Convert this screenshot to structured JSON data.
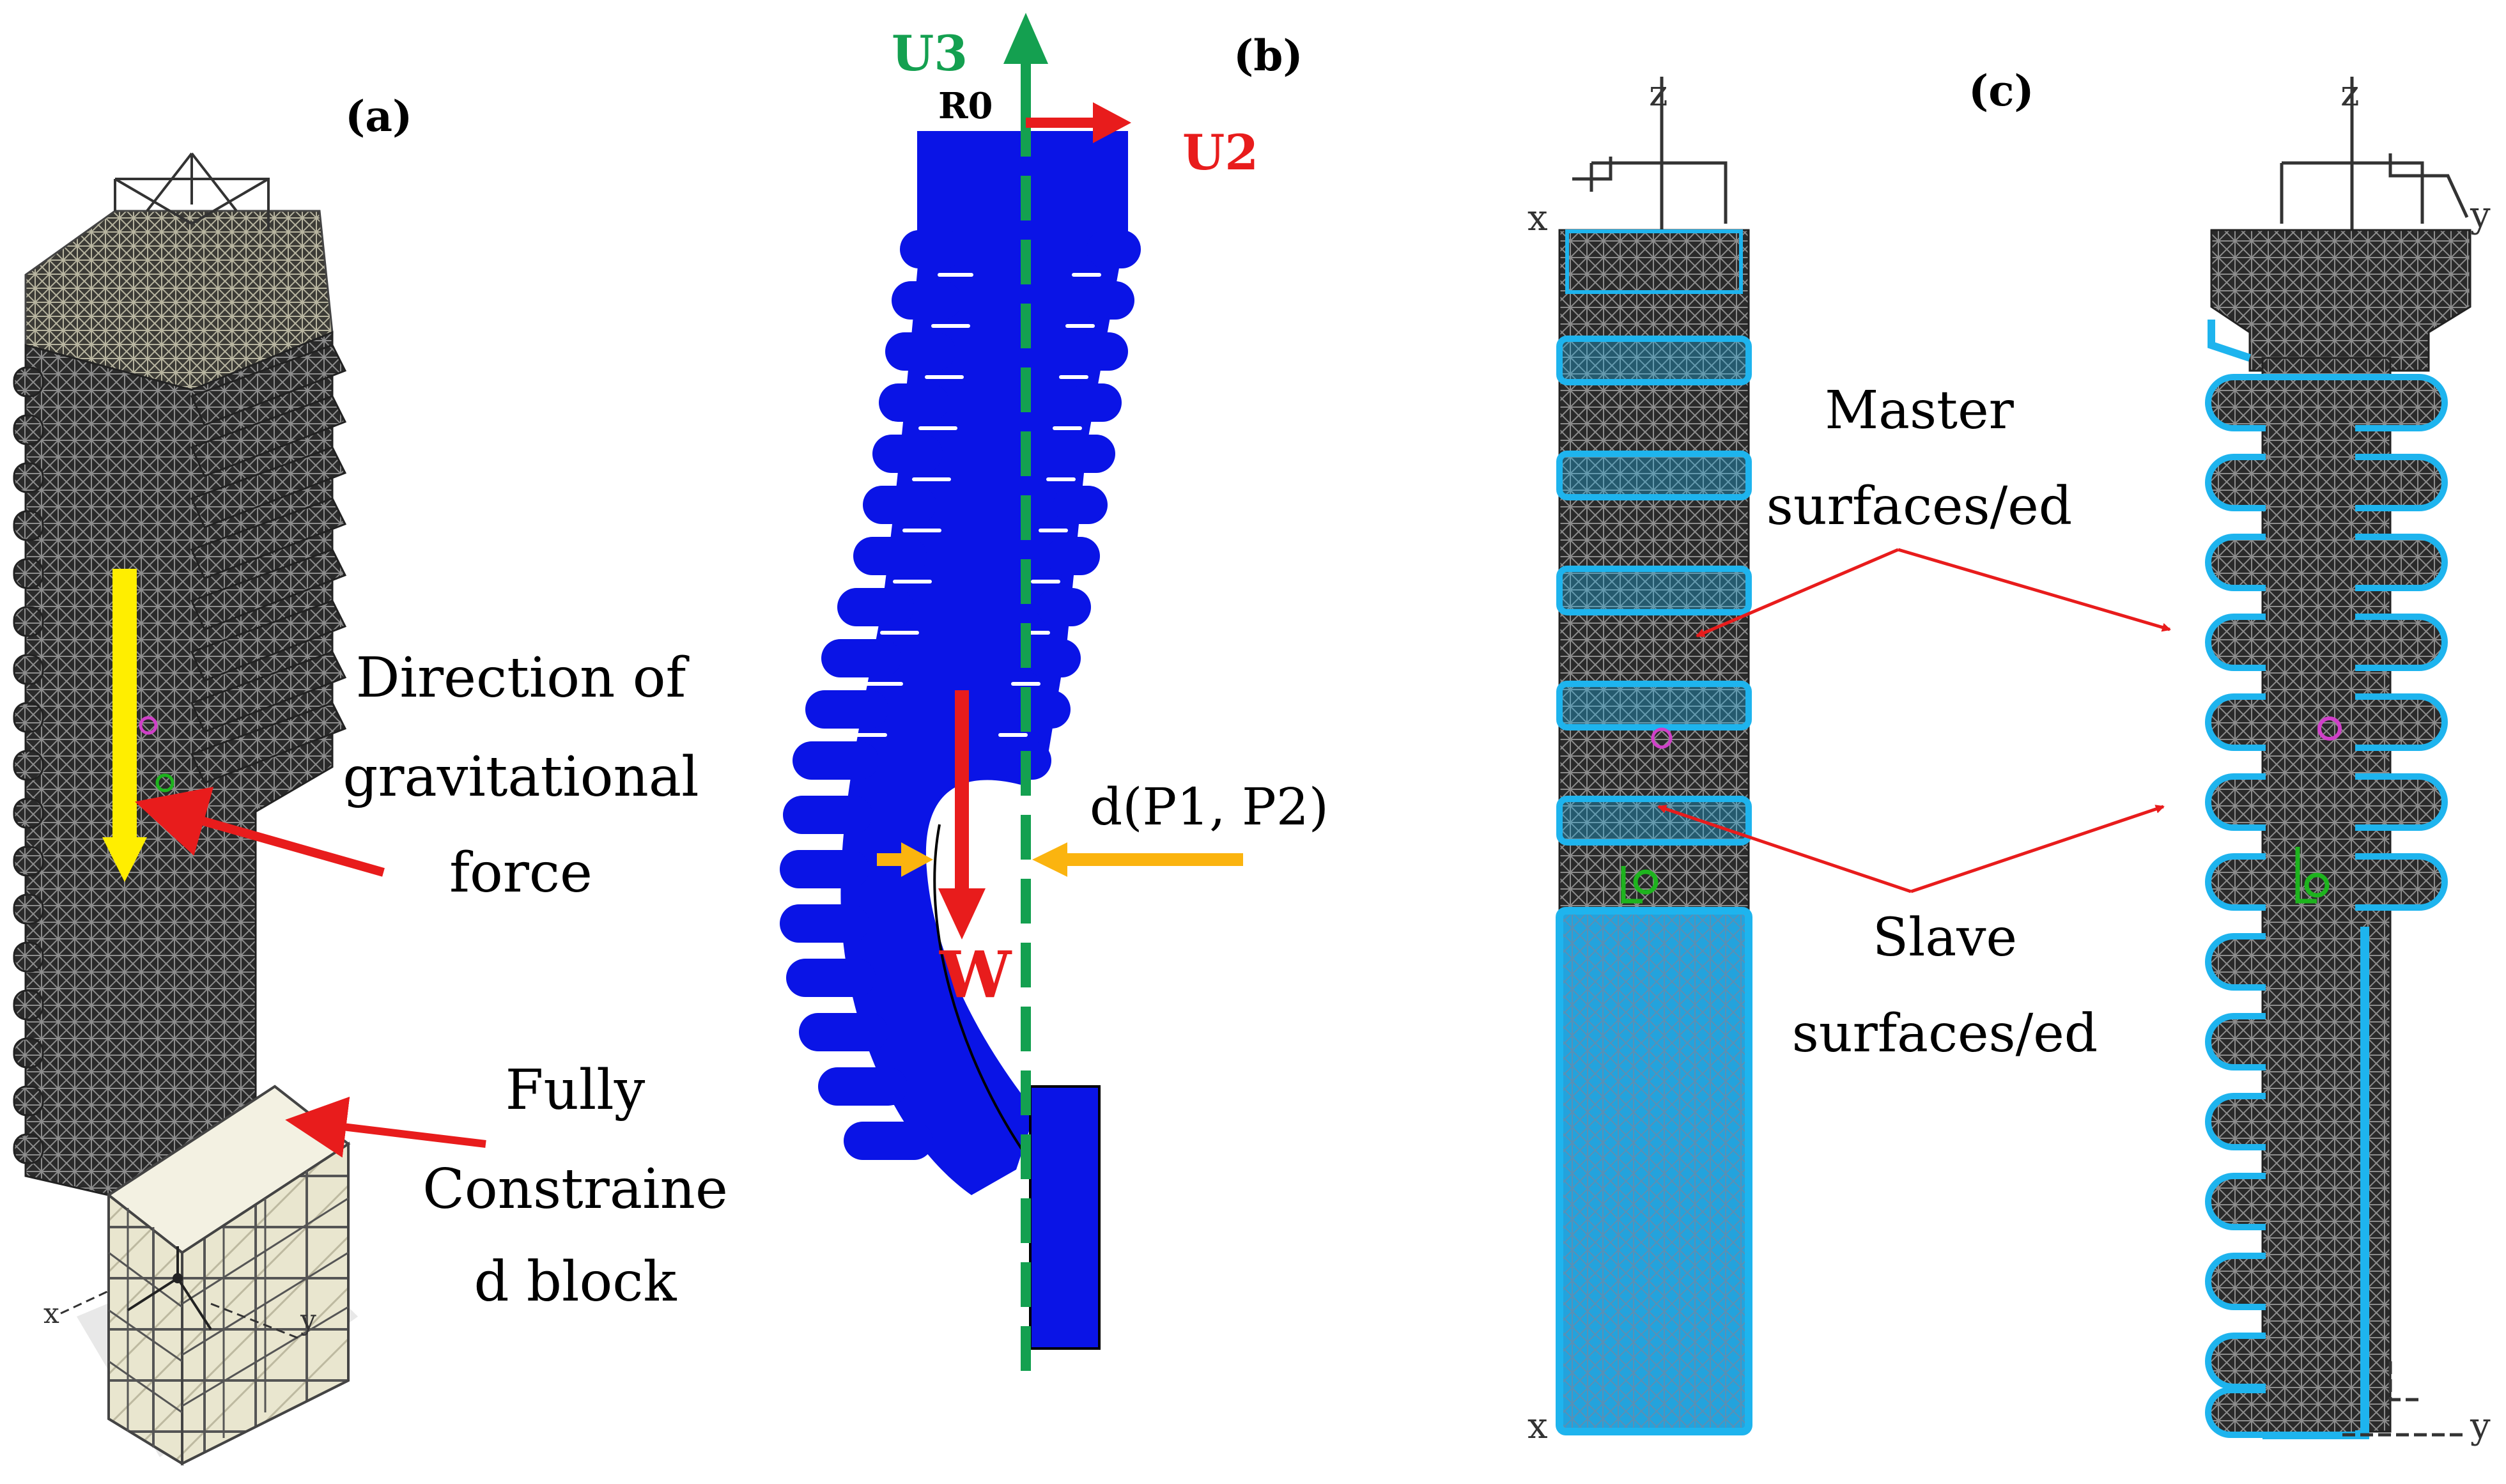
{
  "panels": {
    "a": {
      "label": "(a)",
      "gravity_label": [
        "Direction of",
        "gravitational",
        "force"
      ],
      "block_label": [
        "Fully",
        "Constraine",
        "d block"
      ],
      "axis_x": "x",
      "axis_y": "y"
    },
    "b": {
      "label": "(b)",
      "u3": "U3",
      "u2": "U2",
      "r0": "R0",
      "w": "W",
      "distance": "d(P1, P2)"
    },
    "c": {
      "label": "(c)",
      "master_label": [
        "Master",
        "surfaces/ed"
      ],
      "slave_label": [
        "Slave",
        "surfaces/ed"
      ],
      "left_z": "z",
      "left_x_top": "x",
      "left_x_bottom": "x",
      "right_z": "z",
      "right_y_top": "y",
      "right_y_bottom": "y"
    }
  },
  "colors": {
    "mesh": "#2b2b2b",
    "mesh_line": "#9a9a9a",
    "blue_body": "#0a14e6",
    "cyan": "#1eb4ee",
    "yellow": "#ffee00",
    "red": "#e81c1c",
    "green": "#14a050",
    "orange": "#fbb40f",
    "block_face": "#e9e6cf"
  }
}
